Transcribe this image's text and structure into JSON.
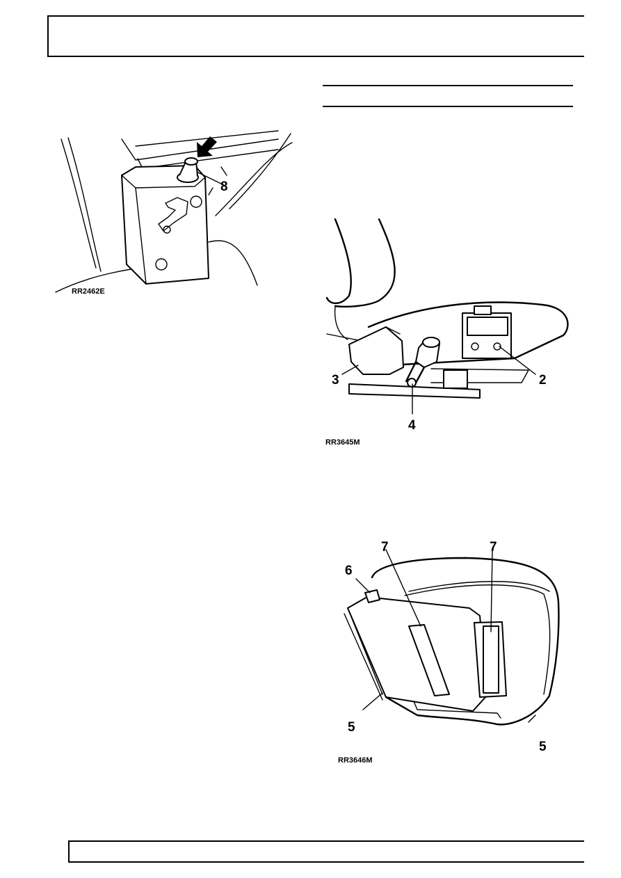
{
  "figures": [
    {
      "id": "RR2462E",
      "callouts": [
        "8"
      ]
    },
    {
      "id": "RR3645M",
      "callouts": [
        "2",
        "3",
        "4"
      ]
    },
    {
      "id": "RR3646M",
      "callouts": [
        "5",
        "5",
        "6",
        "7",
        "7"
      ]
    }
  ]
}
